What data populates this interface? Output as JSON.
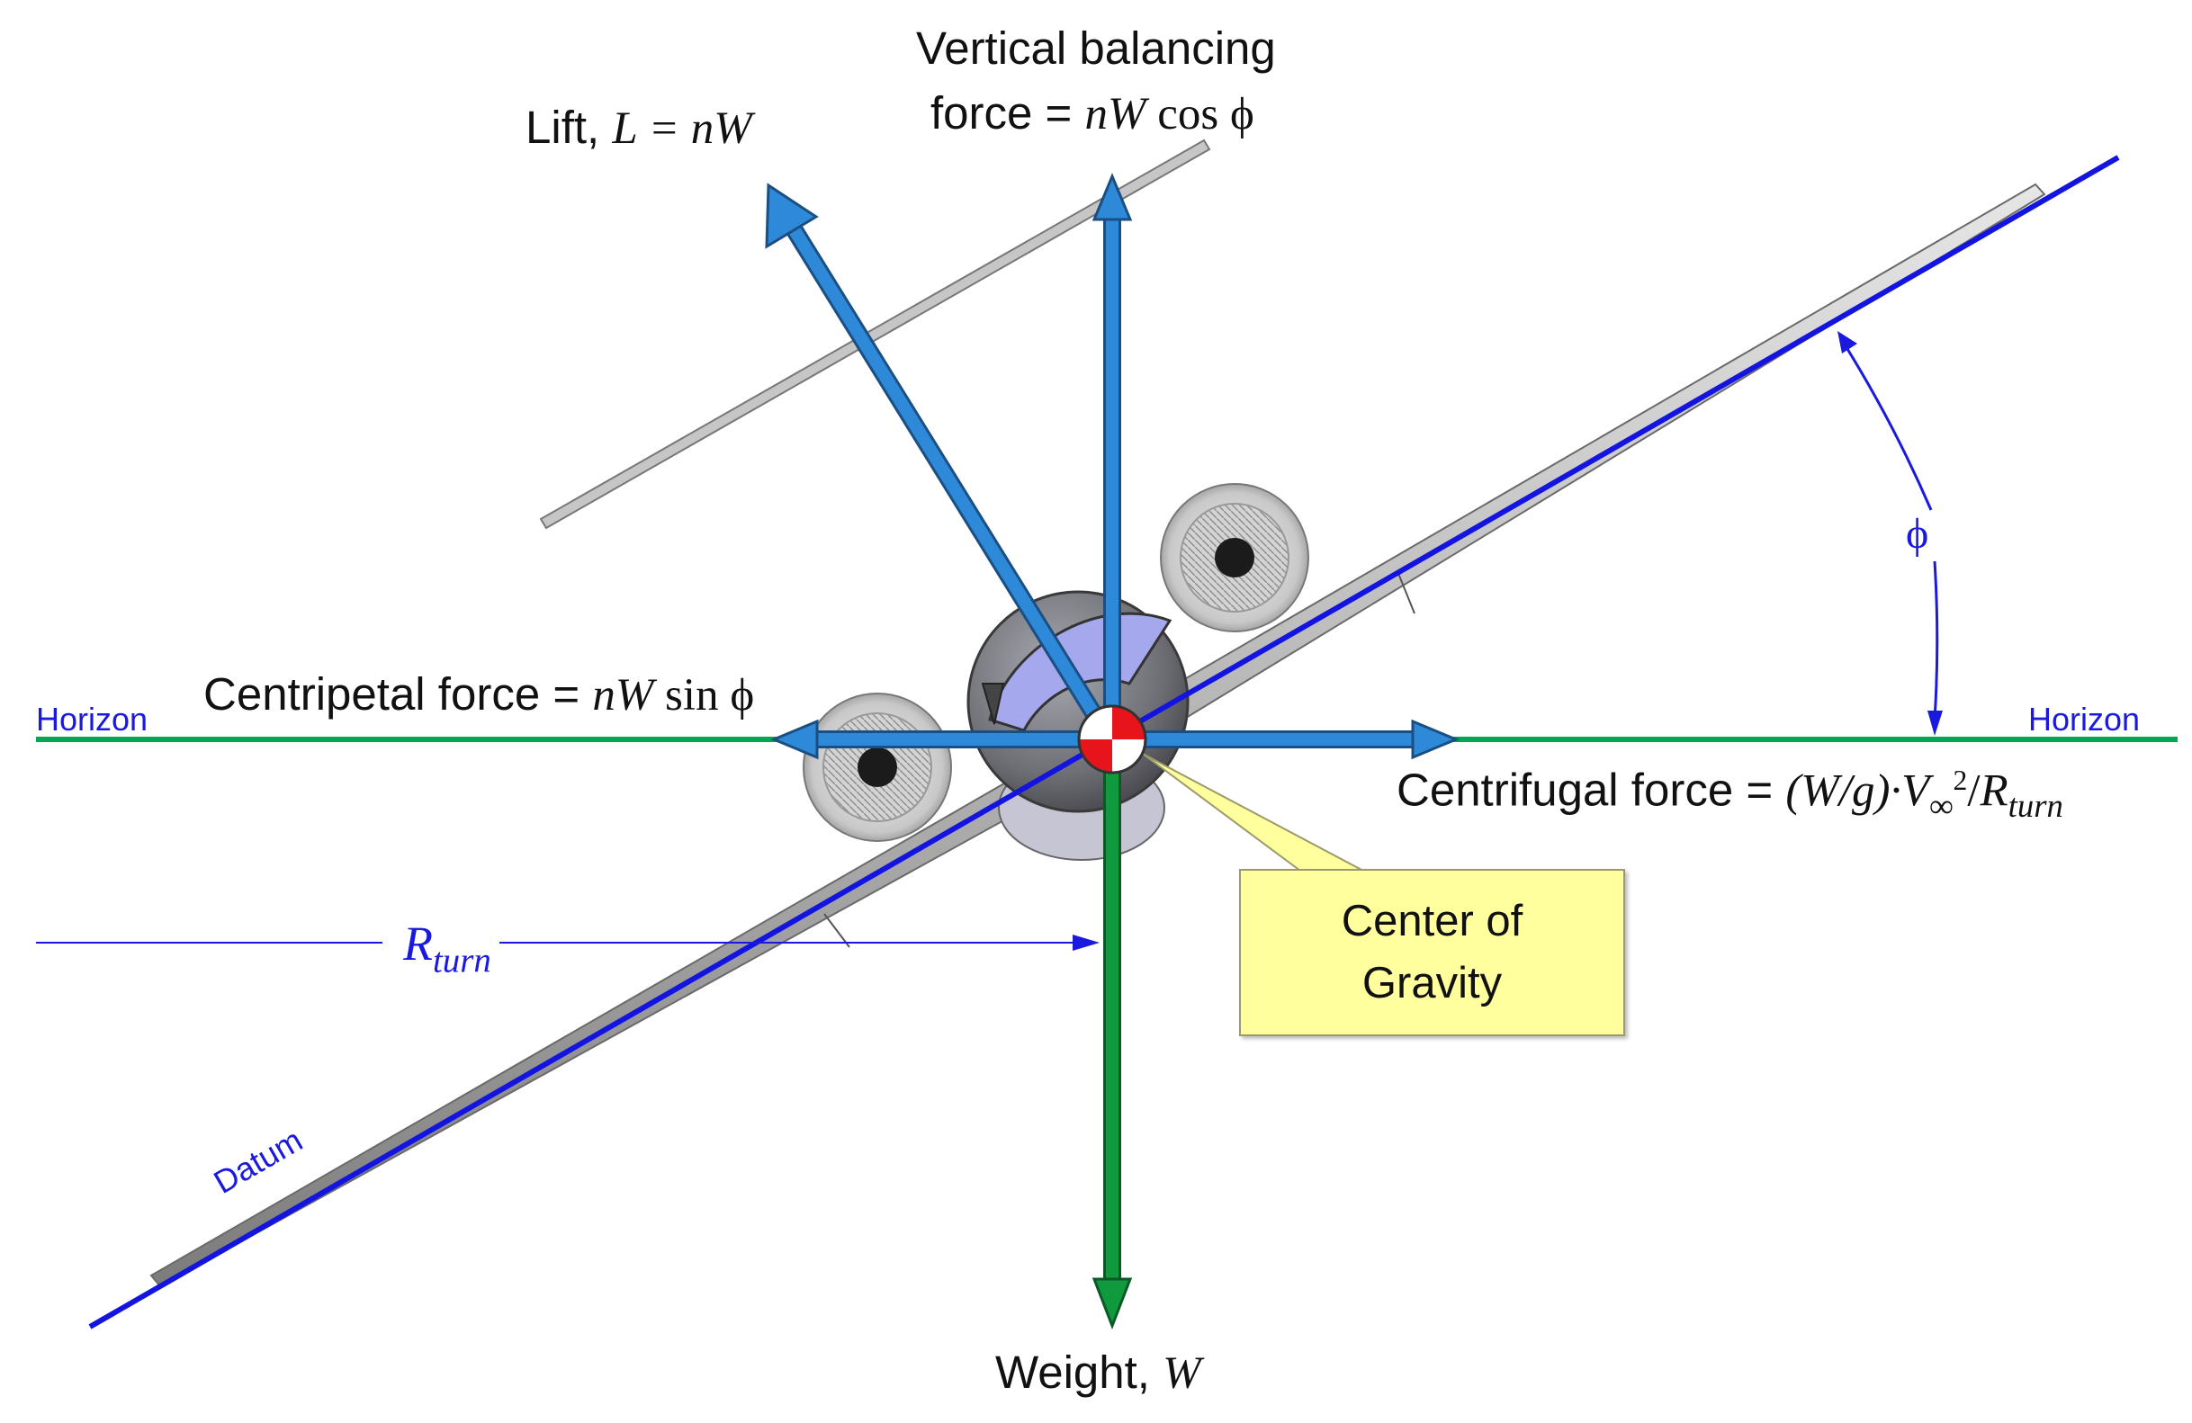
{
  "labels": {
    "lift_prefix": "Lift, ",
    "lift_formula": "L = nW",
    "vertical_line1": "Vertical balancing",
    "vertical_prefix": "force = ",
    "vertical_nw": "nW",
    "vertical_trig": " cos ϕ",
    "centripetal_prefix": "Centripetal force = ",
    "centripetal_nw": "nW",
    "centripetal_trig": " sin ϕ",
    "centrifugal_prefix": "Centrifugal force = ",
    "centrifugal_a": "(W/g)·V",
    "centrifugal_inf": "∞",
    "centrifugal_sq": "2",
    "centrifugal_slash": "/",
    "centrifugal_r": "R",
    "centrifugal_turn": "turn",
    "weight_prefix": "Weight, ",
    "weight_symbol": "W",
    "horizon_left": "Horizon",
    "horizon_right": "Horizon",
    "datum": "Datum",
    "phi": "ϕ",
    "r_turn_symbol": "R",
    "r_turn_sub": "turn",
    "cg_line1": "Center of",
    "cg_line2": "Gravity"
  },
  "colors": {
    "force_vector": "#2e8ad8",
    "weight_vector": "#0f9a3e",
    "horizon_line": "#00a651",
    "datum_line": "#1414e0",
    "annotation_blue": "#1a1adf",
    "cg_callout_fill": "#ffff9e",
    "cg_marker_red": "#e8141c",
    "aircraft_gray": "#a9a9a9"
  },
  "icons": {
    "cg_marker": "center-of-gravity-symbol",
    "aircraft": "jet-aircraft-front-view-banked"
  }
}
